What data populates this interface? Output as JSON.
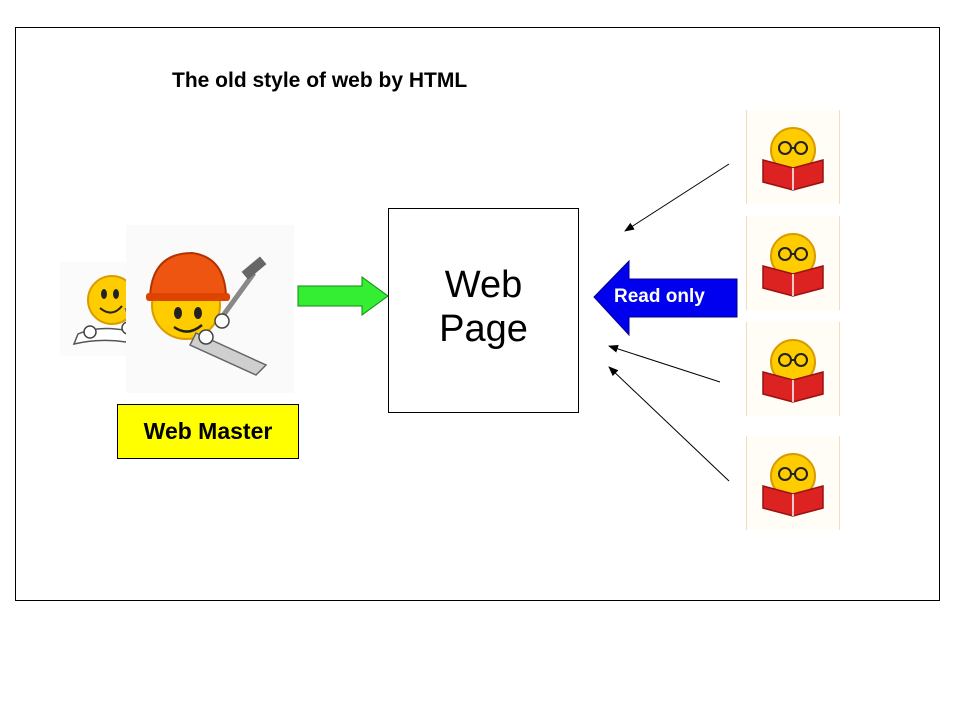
{
  "title": "The old style of web by HTML",
  "web_page": {
    "line1": "Web",
    "line2": "Page"
  },
  "web_master_label": "Web Master",
  "read_only_label": "Read only",
  "colors": {
    "green_arrow": "#33ee33",
    "blue_arrow": "#0000ee",
    "web_master_fill": "#ffff00",
    "smiley": "#ffcc00",
    "book": "#dd2222",
    "helmet": "#ee5511"
  },
  "icons": [
    "writer-smiley-icon",
    "builder-smiley-icon",
    "reader-smiley-icon"
  ]
}
